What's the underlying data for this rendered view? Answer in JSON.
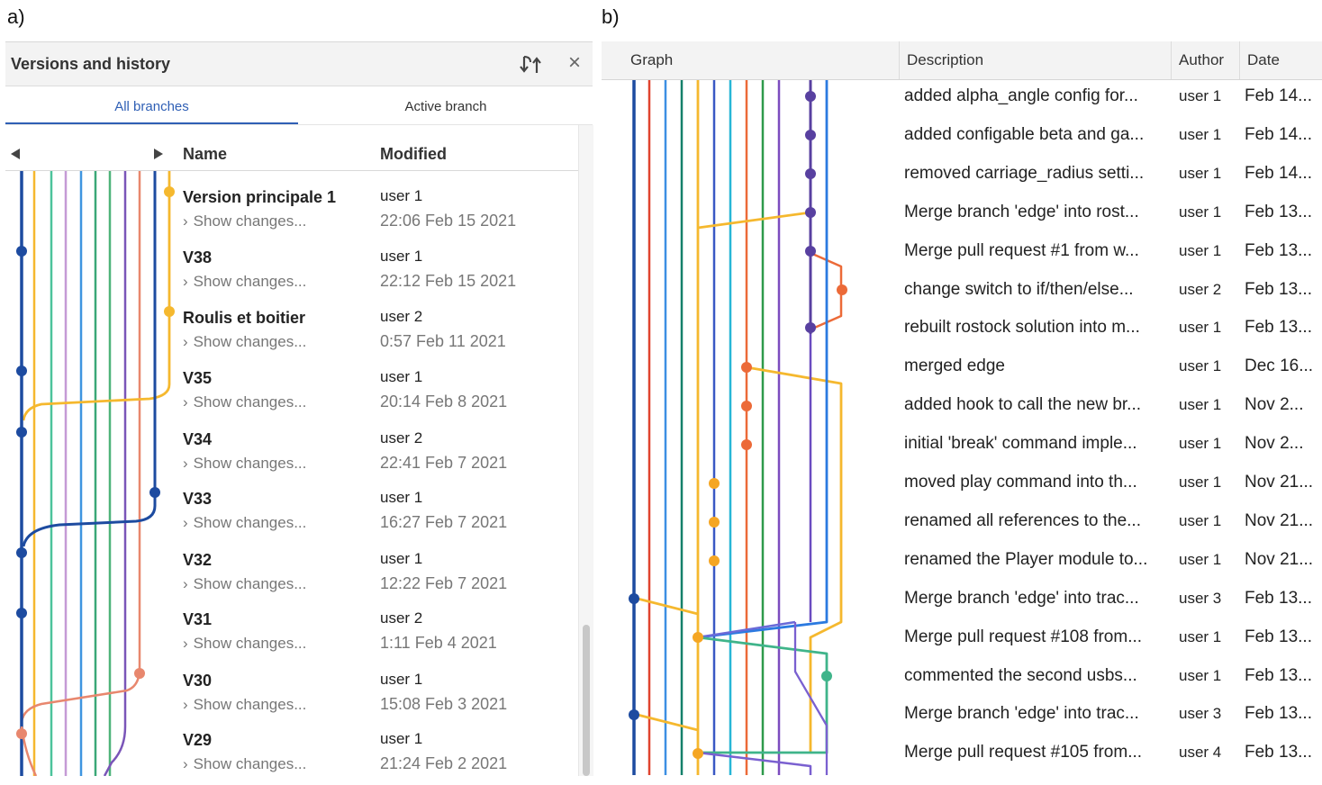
{
  "figure_labels": {
    "a": "a)",
    "b": "b)"
  },
  "colors": {
    "accent_blue": "#2f5fb5",
    "lanes_a": [
      "#1d4ba0",
      "#f5b82e",
      "#4cc39b",
      "#c59ad6",
      "#3f95e0",
      "#3aa877",
      "#7a55b8",
      "#e8876e",
      "#1d4ba0"
    ],
    "lanes_b": [
      "#1d4ba0",
      "#e0442f",
      "#3c8fe3",
      "#14806a",
      "#f5b82e",
      "#3a58c4",
      "#27b6d6",
      "#ec6a38",
      "#2e9a4a",
      "#7c4cbf",
      "#5840a0",
      "#3c7fe0"
    ]
  },
  "panel_a": {
    "title": "Versions and history",
    "icons": [
      "switch-branch-icon",
      "close-icon"
    ],
    "close_glyph": "×",
    "tabs": [
      {
        "label": "All branches",
        "active": true
      },
      {
        "label": "Active branch",
        "active": false
      }
    ],
    "columns": {
      "name": "Name",
      "modified": "Modified"
    },
    "versions": [
      {
        "name": "Version principale 1",
        "show": "Show changes...",
        "user": "user 1",
        "date": "22:06 Feb 15 2021"
      },
      {
        "name": "V38",
        "show": "Show changes...",
        "user": "user 1",
        "date": "22:12 Feb 15 2021"
      },
      {
        "name": "Roulis et boitier",
        "show": "Show changes...",
        "user": "user 2",
        "date": "0:57 Feb 11 2021"
      },
      {
        "name": "V35",
        "show": "Show changes...",
        "user": "user 1",
        "date": "20:14 Feb 8 2021"
      },
      {
        "name": "V34",
        "show": "Show changes...",
        "user": "user 2",
        "date": "22:41 Feb 7 2021"
      },
      {
        "name": "V33",
        "show": "Show changes...",
        "user": "user 1",
        "date": "16:27 Feb 7 2021"
      },
      {
        "name": "V32",
        "show": "Show changes...",
        "user": "user 1",
        "date": "12:22 Feb 7 2021"
      },
      {
        "name": "V31",
        "show": "Show changes...",
        "user": "user 2",
        "date": "1:11 Feb 4 2021"
      },
      {
        "name": "V30",
        "show": "Show changes...",
        "user": "user 1",
        "date": "15:08 Feb 3 2021"
      },
      {
        "name": "V29",
        "show": "Show changes...",
        "user": "user 1",
        "date": "21:24 Feb 2 2021"
      }
    ]
  },
  "panel_b": {
    "columns": {
      "graph": "Graph",
      "description": "Description",
      "author": "Author",
      "date": "Date"
    },
    "commits": [
      {
        "description": "added alpha_angle config for...",
        "author": "user 1",
        "date": "Feb 14..."
      },
      {
        "description": "added configable beta and ga...",
        "author": "user 1",
        "date": "Feb 14..."
      },
      {
        "description": "removed carriage_radius setti...",
        "author": "user 1",
        "date": "Feb 14..."
      },
      {
        "description": "Merge branch 'edge' into rost...",
        "author": "user 1",
        "date": "Feb 13..."
      },
      {
        "description": "Merge pull request #1 from w...",
        "author": "user 1",
        "date": "Feb 13..."
      },
      {
        "description": "change switch to if/then/else...",
        "author": "user 2",
        "date": "Feb 13..."
      },
      {
        "description": "rebuilt rostock solution into m...",
        "author": "user 1",
        "date": "Feb 13..."
      },
      {
        "description": "merged edge",
        "author": "user 1",
        "date": "Dec 16..."
      },
      {
        "description": "added hook to call the new br...",
        "author": "user 1",
        "date": "Nov 2..."
      },
      {
        "description": "initial 'break' command imple...",
        "author": "user 1",
        "date": "Nov 2..."
      },
      {
        "description": "moved play command into th...",
        "author": "user 1",
        "date": "Nov 21..."
      },
      {
        "description": "renamed all references to the...",
        "author": "user 1",
        "date": "Nov 21..."
      },
      {
        "description": "renamed the Player module to...",
        "author": "user 1",
        "date": "Nov 21..."
      },
      {
        "description": "Merge branch 'edge' into trac...",
        "author": "user 3",
        "date": "Feb 13..."
      },
      {
        "description": "Merge pull request #108 from...",
        "author": "user 1",
        "date": "Feb 13..."
      },
      {
        "description": "commented the second usbs...",
        "author": "user 1",
        "date": "Feb 13..."
      },
      {
        "description": "Merge branch 'edge' into trac...",
        "author": "user 3",
        "date": "Feb 13..."
      },
      {
        "description": "Merge pull request #105 from...",
        "author": "user 4",
        "date": "Feb 13..."
      }
    ]
  }
}
